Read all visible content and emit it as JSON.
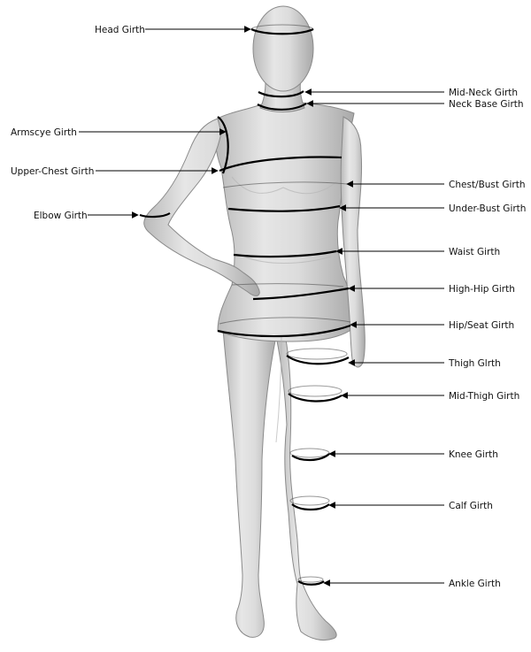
{
  "labels": {
    "head": "Head Girth",
    "mid_neck": "Mid-Neck Girth",
    "neck_base": "Neck Base Girth",
    "armscye": "Armscye Girth",
    "upper_chest": "Upper-Chest Girth",
    "chest_bust": "Chest/Bust Girth",
    "elbow": "Elbow Girth",
    "under_bust": "Under-Bust Girth",
    "waist": "Waist Girth",
    "high_hip": "High-Hip Girth",
    "hip_seat": "Hip/Seat Girth",
    "thigh": "Thigh Glrth",
    "mid_thigh": "Mid-Thigh Girth",
    "knee": "Knee Girth",
    "calf": "Calf Girth",
    "ankle": "Ankle Girth"
  }
}
